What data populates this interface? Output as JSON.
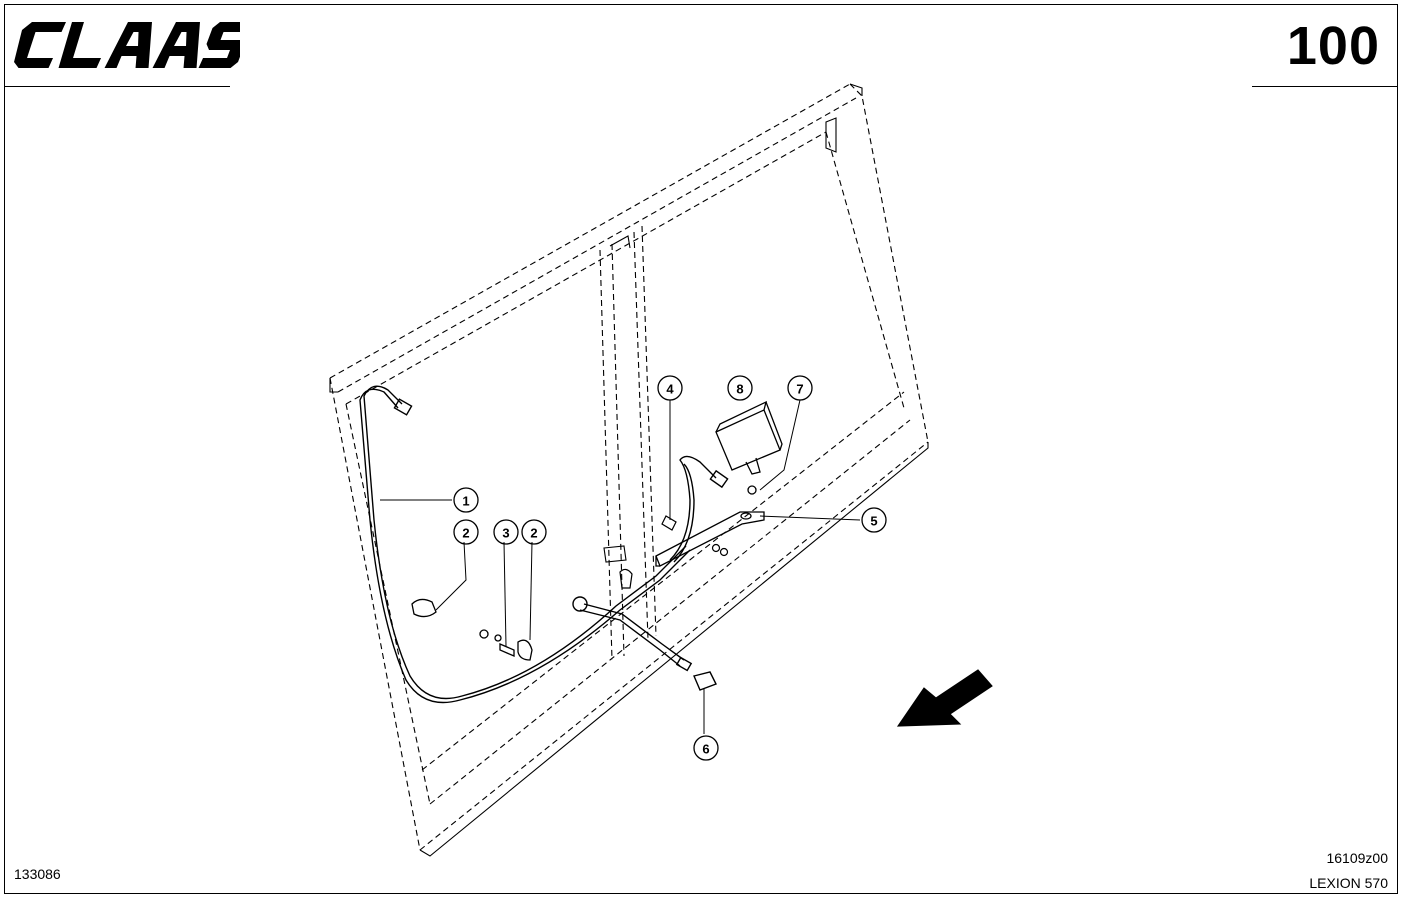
{
  "header": {
    "brand": "CLAAS",
    "page_number": "100"
  },
  "callouts": [
    {
      "id": "callout-1",
      "label": "1"
    },
    {
      "id": "callout-2a",
      "label": "2"
    },
    {
      "id": "callout-3",
      "label": "3"
    },
    {
      "id": "callout-2b",
      "label": "2"
    },
    {
      "id": "callout-4",
      "label": "4"
    },
    {
      "id": "callout-8",
      "label": "8"
    },
    {
      "id": "callout-7",
      "label": "7"
    },
    {
      "id": "callout-5",
      "label": "5"
    },
    {
      "id": "callout-6",
      "label": "6"
    }
  ],
  "footer": {
    "drawing_number": "133086",
    "drawing_code": "16109z00",
    "model": "LEXION 570"
  }
}
